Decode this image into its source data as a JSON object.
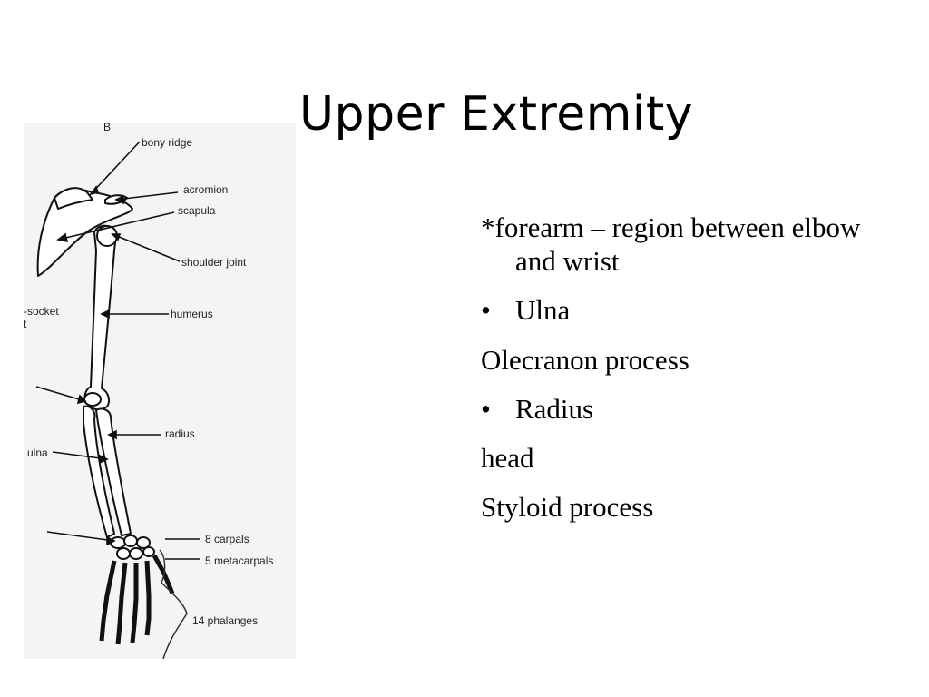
{
  "slide": {
    "title": "Upper Extremity"
  },
  "figure": {
    "corner_mark": "B",
    "labels": {
      "bony_ridge": "bony ridge",
      "acromion": "acromion",
      "scapula": "scapula",
      "shoulder_joint": "shoulder joint",
      "humerus": "humerus",
      "socket": "-socket",
      "socket_tail": "t",
      "radius": "radius",
      "ulna": "ulna",
      "carpals": "8 carpals",
      "metacarpals": "5 metacarpals",
      "phalanges": "14 phalanges"
    }
  },
  "content": {
    "definition": "*forearm – region between elbow and wrist",
    "bullet_glyph": "•",
    "ulna": "Ulna",
    "olecranon": "Olecranon process",
    "radius": "Radius",
    "head": "head",
    "styloid": "Styloid process"
  }
}
